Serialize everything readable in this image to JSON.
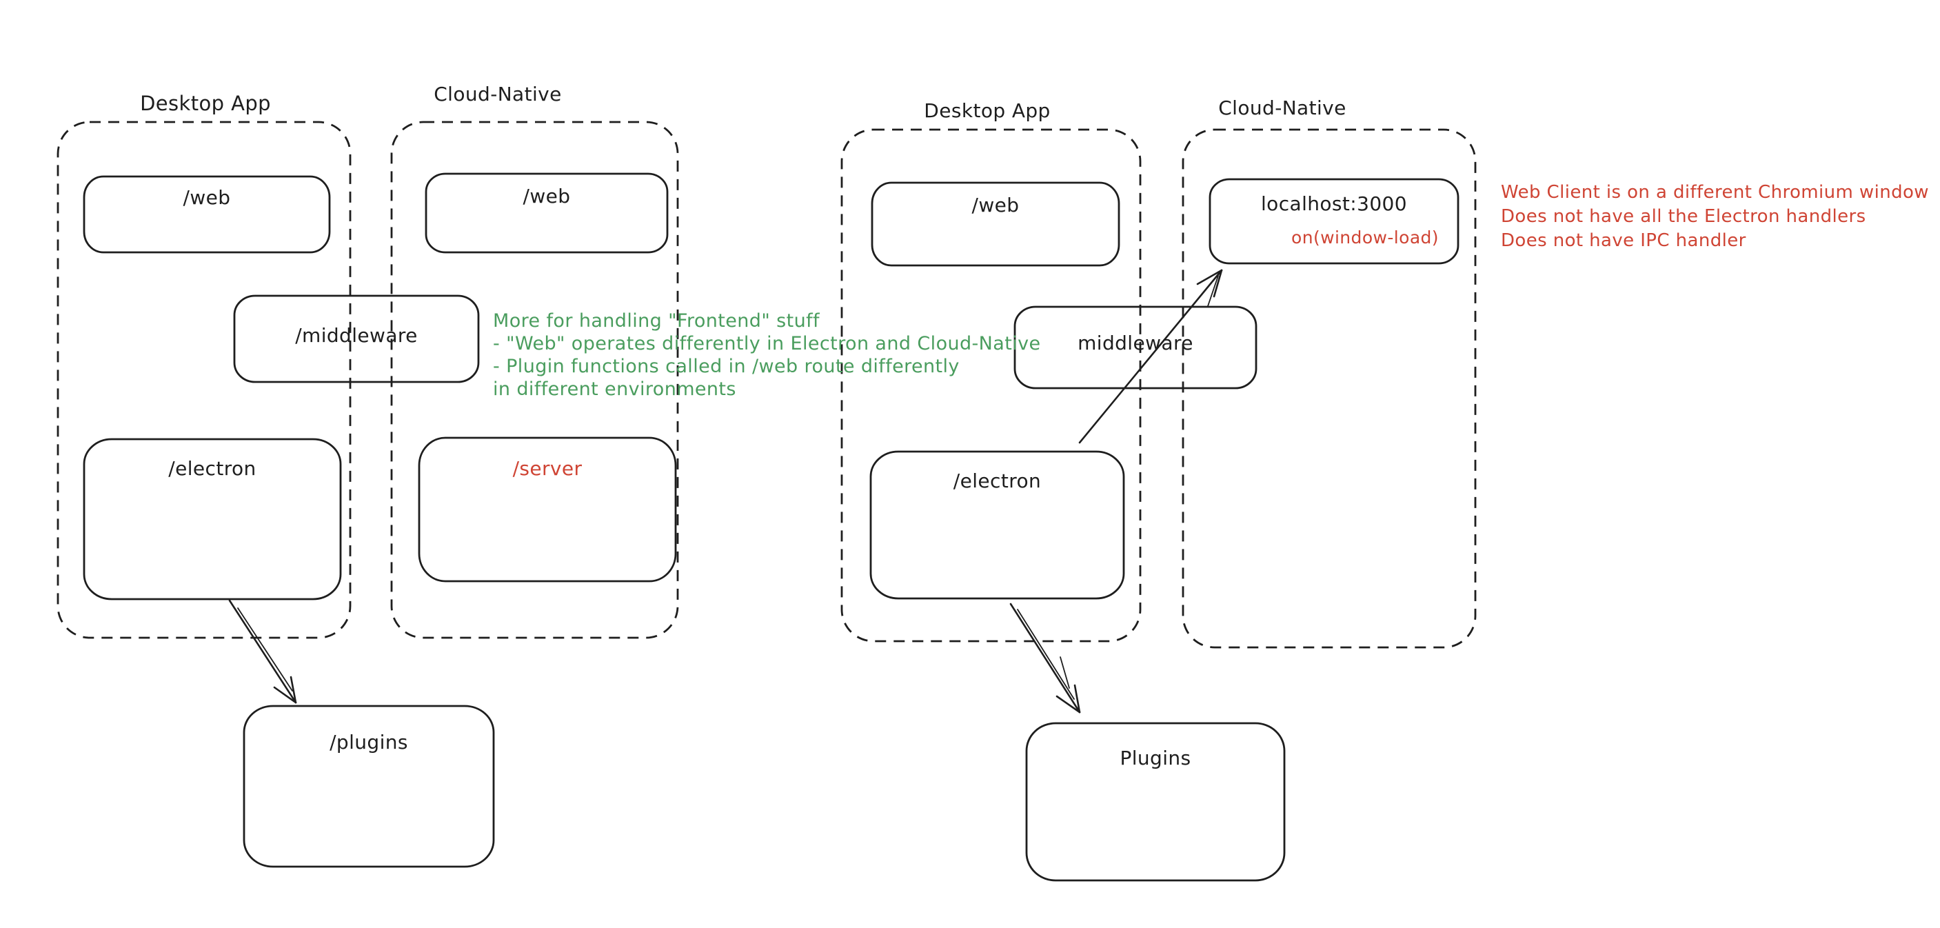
{
  "colors": {
    "ink": "#1e1e1e",
    "green": "#4a9d5e",
    "red": "#cf4434",
    "background": "#ffffff"
  },
  "left_diagram": {
    "desktop_app_label": "Desktop App",
    "cloud_native_label": "Cloud-Native",
    "desktop_web": "/web",
    "cloud_web": "/web",
    "middleware": "/middleware",
    "electron": "/electron",
    "server": "/server",
    "plugins": "/plugins",
    "green_note_lines": [
      "More for handling \"Frontend\" stuff",
      "- \"Web\" operates differently in Electron and Cloud-Native",
      "- Plugin functions called in /web route differently",
      "in different environments"
    ]
  },
  "right_diagram": {
    "desktop_app_label": "Desktop App",
    "cloud_native_label": "Cloud-Native",
    "desktop_web": "/web",
    "localhost": "localhost:3000",
    "on_window_load": "on(window-load)",
    "middleware": "middleware",
    "electron": "/electron",
    "plugins": "Plugins",
    "red_note_lines": [
      "Web Client is on a different Chromium window",
      "Does not have all the Electron handlers",
      "Does not have IPC handler"
    ]
  }
}
